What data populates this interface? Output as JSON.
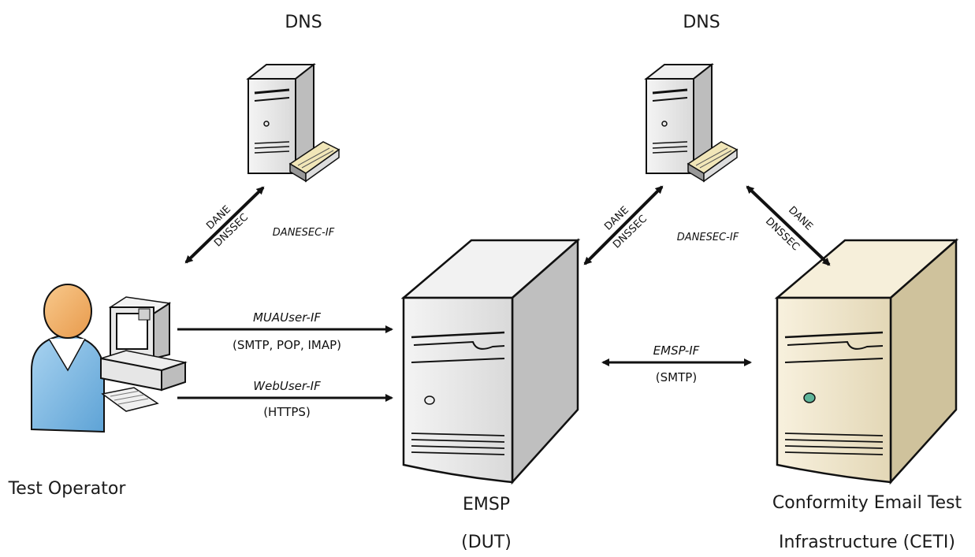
{
  "nodes": {
    "dns_left": {
      "label": "DNS"
    },
    "dns_right": {
      "label": "DNS"
    },
    "test_operator": {
      "label": "Test Operator"
    },
    "emsp": {
      "label_line1": "EMSP",
      "label_line2": "(DUT)"
    },
    "ceti": {
      "label_line1": "Conformity Email Test",
      "label_line2": "Infrastructure (CETI)"
    }
  },
  "interfaces": {
    "dane_left": {
      "line1": "DANE",
      "line2": "DNSSEC",
      "name": "DANESEC-IF"
    },
    "dane_mid": {
      "line1": "DANE",
      "line2": "DNSSEC",
      "name": "DANESEC-IF"
    },
    "dane_right": {
      "line1": "DANE",
      "line2": "DNSSEC"
    },
    "mua": {
      "name": "MUAUser-IF",
      "protocols": "(SMTP, POP, IMAP)"
    },
    "web": {
      "name": "WebUser-IF",
      "protocols": "(HTTPS)"
    },
    "emsp_if": {
      "name": "EMSP-IF",
      "protocols": "(SMTP)"
    }
  }
}
